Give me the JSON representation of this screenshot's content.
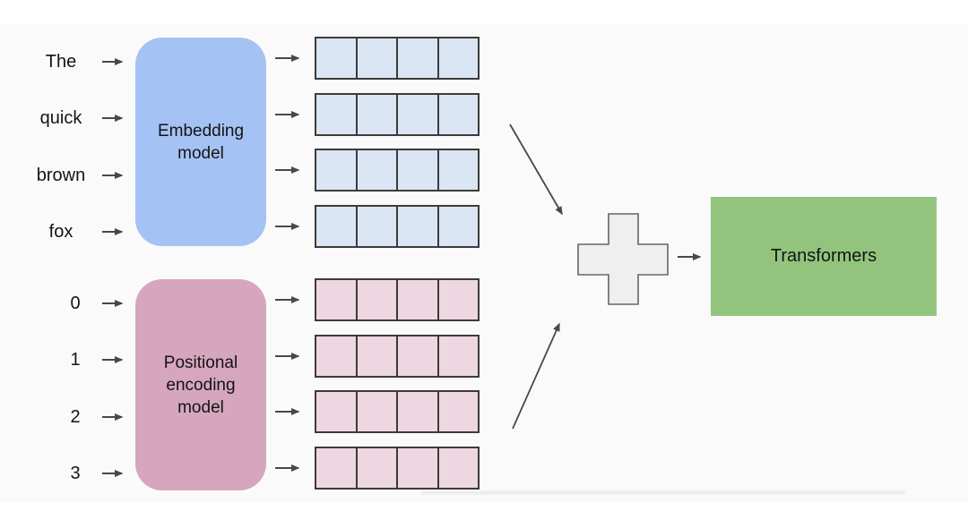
{
  "canvas": {
    "background": "#ffffff",
    "slide_background": "#fafafa"
  },
  "embedding": {
    "label": "Embedding\nmodel",
    "fill": "#a4c2f4",
    "tokens": [
      "The",
      "quick",
      "brown",
      "fox"
    ],
    "vector_fill": "#dae6f3",
    "vector_rows": 4,
    "cells_per_row": 4
  },
  "positional": {
    "label": "Positional\nencoding\nmodel",
    "fill": "#d5a6bd",
    "positions": [
      "0",
      "1",
      "2",
      "3"
    ],
    "vector_fill": "#eed7e1",
    "vector_rows": 4,
    "cells_per_row": 4
  },
  "combiner": {
    "symbol": "plus",
    "fill": "#efefef",
    "stroke": "#666666"
  },
  "output": {
    "label": "Transformers",
    "fill": "#93c47d"
  },
  "styles": {
    "arrow_color": "#484848",
    "cell_border_color": "#3b3b3b",
    "text_color": "#141414"
  }
}
